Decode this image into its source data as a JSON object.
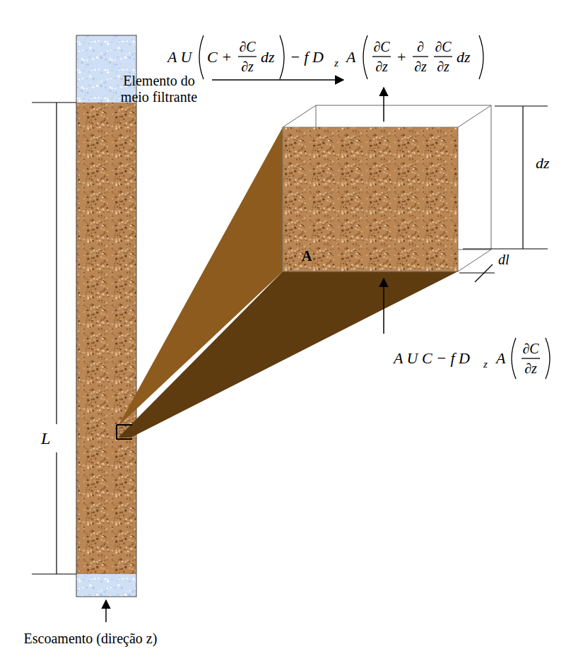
{
  "diagram": {
    "labels": [
      "A U",
      "C +",
      "∂C",
      "∂z",
      "dz",
      "− f D",
      "z",
      "A",
      "∂C",
      "∂z",
      "+",
      "∂",
      "∂z",
      "∂C",
      "∂z",
      "dz",
      "A U C − f D",
      "z",
      "A",
      "∂C",
      "∂z",
      "Elemento do meio filtrante",
      "dz",
      "dl",
      "A",
      "L",
      "Escoamento (direção z)"
    ]
  }
}
